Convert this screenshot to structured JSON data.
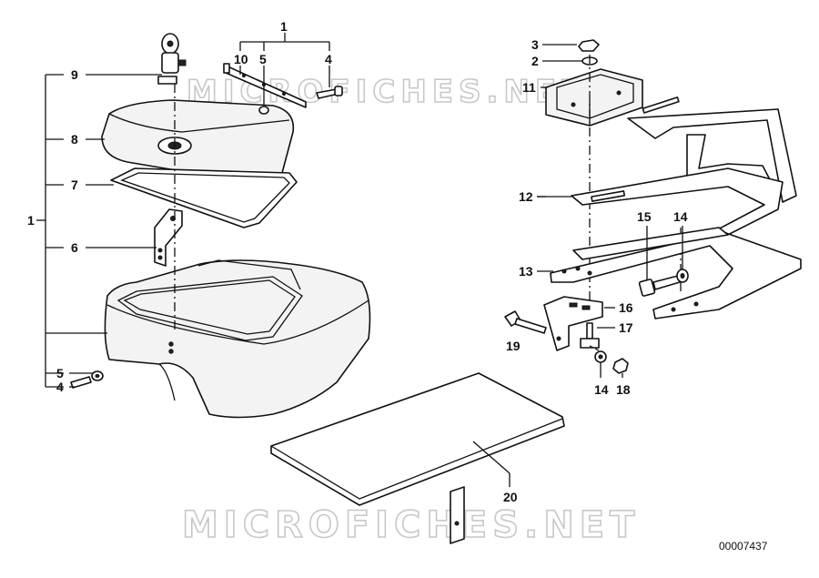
{
  "diagram": {
    "drawing_code": "00007437",
    "watermark": "MICROFICHES.NET",
    "callouts": {
      "c1_top": "1",
      "c10": "10",
      "c5_top": "5",
      "c4_top": "4",
      "c9": "9",
      "c8": "8",
      "c7": "7",
      "c1_left": "1",
      "c6": "6",
      "c5_left": "5",
      "c4_left": "4",
      "c3": "3",
      "c2": "2",
      "c11": "11",
      "c12": "12",
      "c13": "13",
      "c15": "15",
      "c14_top": "14",
      "c16": "16",
      "c17": "17",
      "c19": "19",
      "c14_bottom": "14",
      "c18": "18",
      "c20": "20"
    }
  }
}
